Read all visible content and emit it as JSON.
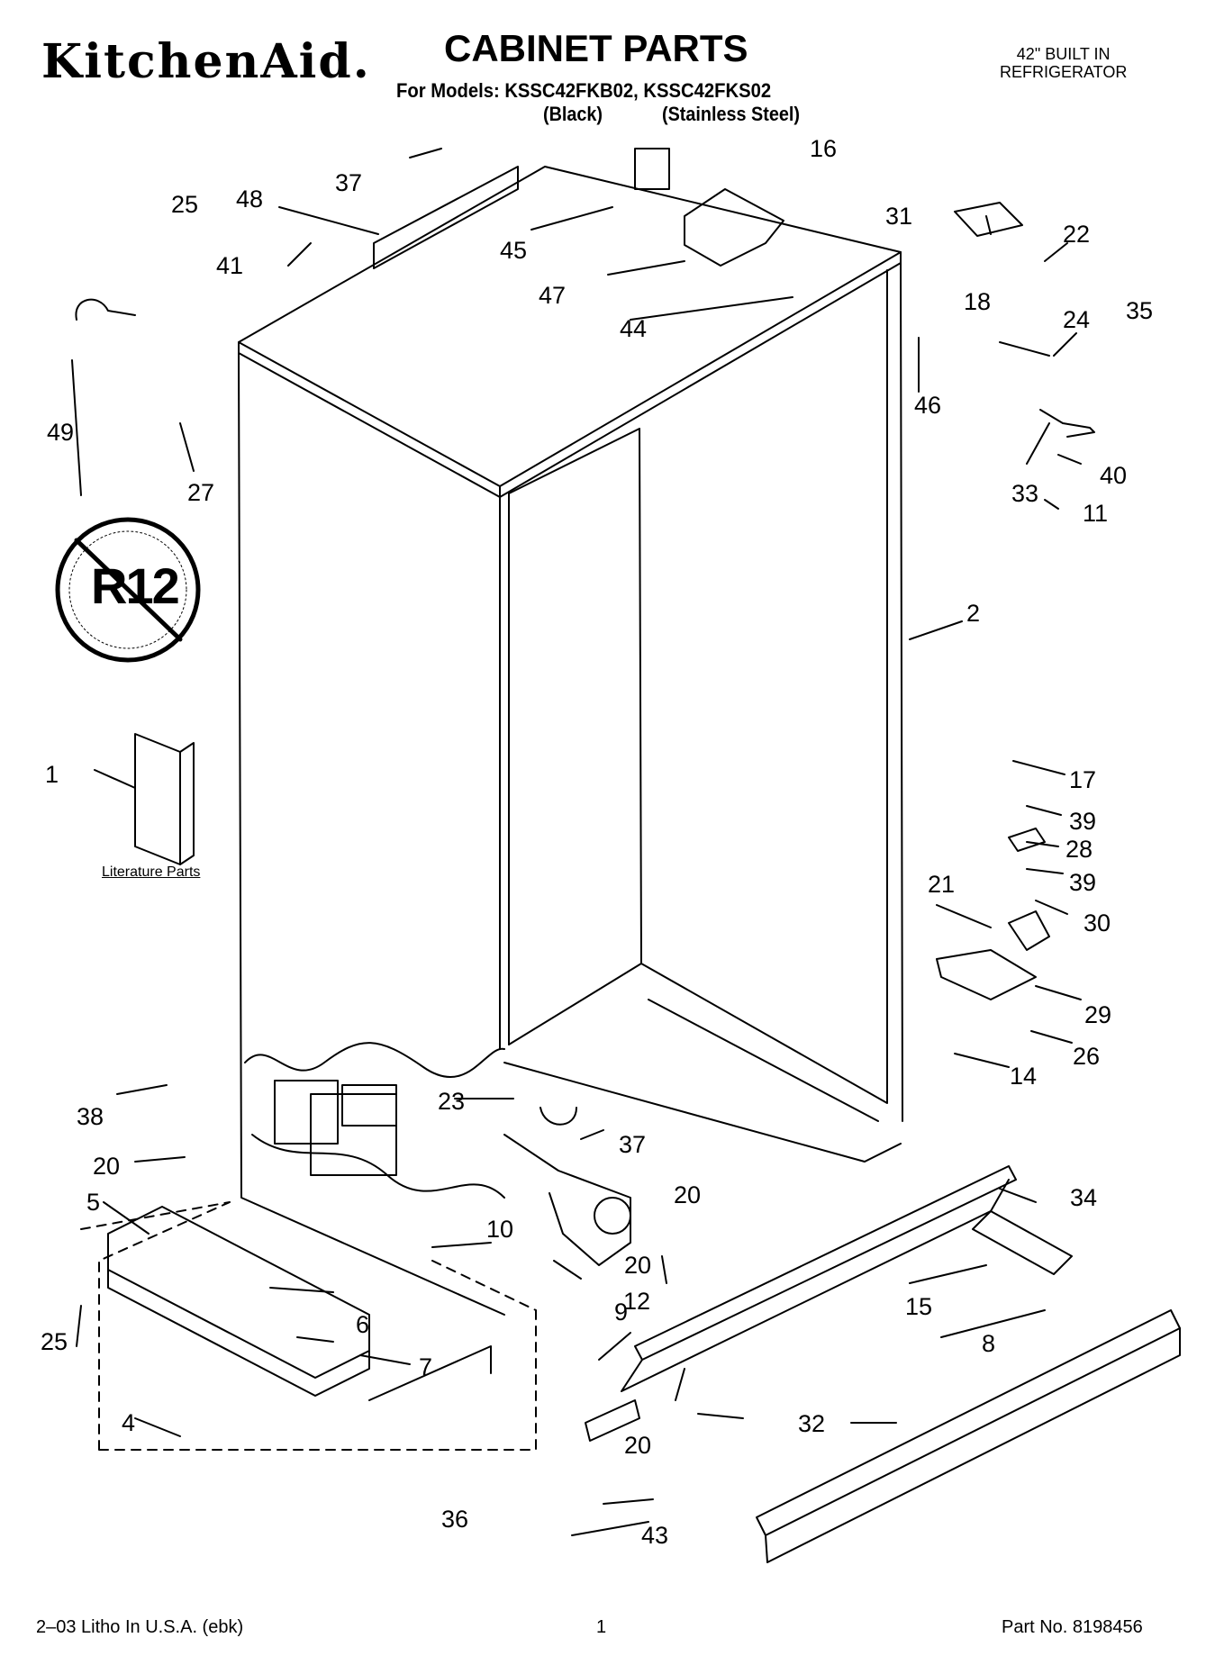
{
  "header": {
    "brand": "KitchenAid.",
    "title": "CABINET PARTS",
    "models_line": "For Models: KSSC42FKB02, KSSC42FKS02",
    "variant_black": "(Black)",
    "variant_stainless": "(Stainless Steel)",
    "product_line1": "42\" BUILT IN",
    "product_line2": "REFRIGERATOR"
  },
  "diagram": {
    "badge_text": "R12",
    "literature_label": "Literature Parts",
    "callouts": [
      "1",
      "2",
      "4",
      "5",
      "6",
      "7",
      "8",
      "9",
      "10",
      "11",
      "12",
      "14",
      "15",
      "16",
      "17",
      "18",
      "20",
      "20",
      "20",
      "20",
      "21",
      "22",
      "23",
      "24",
      "25",
      "25",
      "26",
      "27",
      "28",
      "29",
      "30",
      "31",
      "32",
      "33",
      "34",
      "35",
      "36",
      "37",
      "37",
      "38",
      "39",
      "39",
      "40",
      "41",
      "43",
      "44",
      "45",
      "46",
      "47",
      "48",
      "49"
    ]
  },
  "footer": {
    "litho": "2–03 Litho In U.S.A. (ebk)",
    "page_number": "1",
    "part_number": "Part No. 8198456"
  }
}
